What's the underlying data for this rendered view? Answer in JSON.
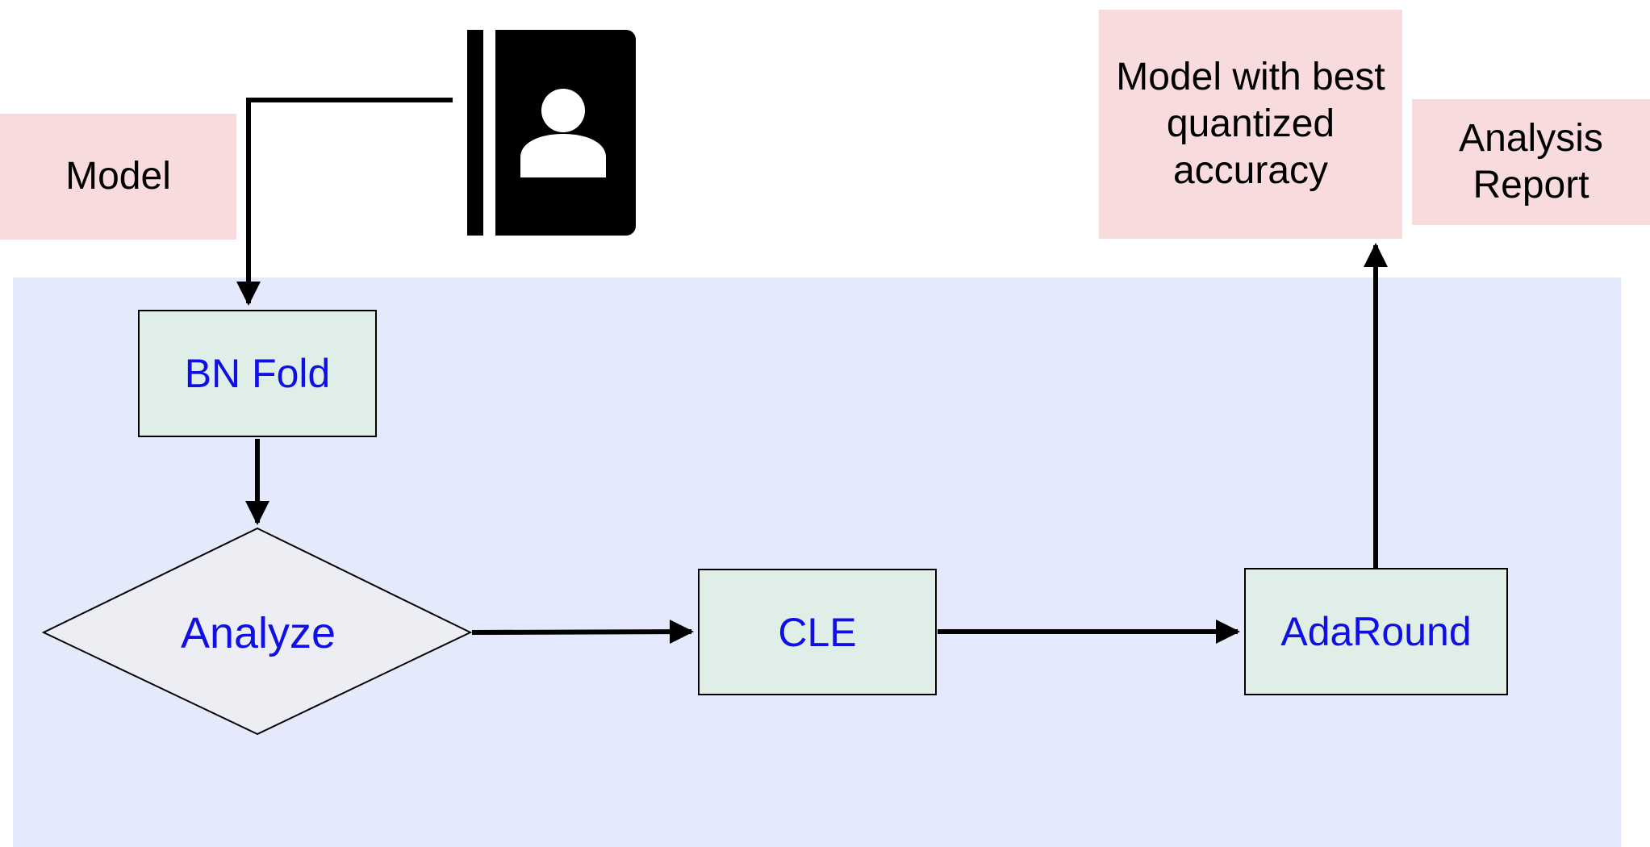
{
  "inputs": {
    "model": "Model"
  },
  "outputs": {
    "best_model": "Model with best quantized accuracy",
    "report": "Analysis Report"
  },
  "steps": {
    "bn_fold": "BN Fold",
    "analyze": "Analyze",
    "cle": "CLE",
    "adaround": "AdaRound"
  },
  "icons": {
    "dataset": "contact-book-icon"
  },
  "colors": {
    "panel": "#e4eafb",
    "io_box": "#f8dbdd",
    "step_box": "#e0eee8",
    "decision": "#eceef4",
    "step_text": "#1010e6"
  }
}
